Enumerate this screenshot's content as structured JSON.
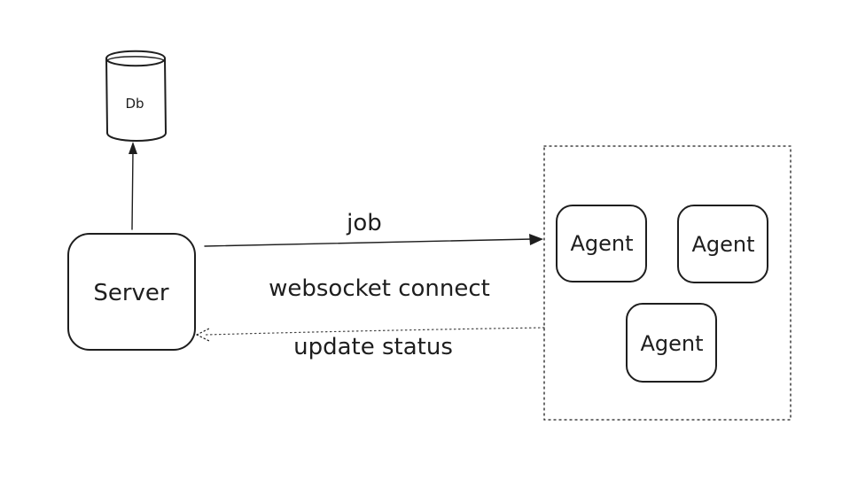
{
  "nodes": {
    "db": {
      "label": "Db"
    },
    "server": {
      "label": "Server"
    },
    "agents": [
      {
        "label": "Agent"
      },
      {
        "label": "Agent"
      },
      {
        "label": "Agent"
      }
    ]
  },
  "edges": {
    "job": {
      "label": "job"
    },
    "websocket": {
      "label": "websocket connect"
    },
    "update_status": {
      "label": "update status"
    }
  }
}
